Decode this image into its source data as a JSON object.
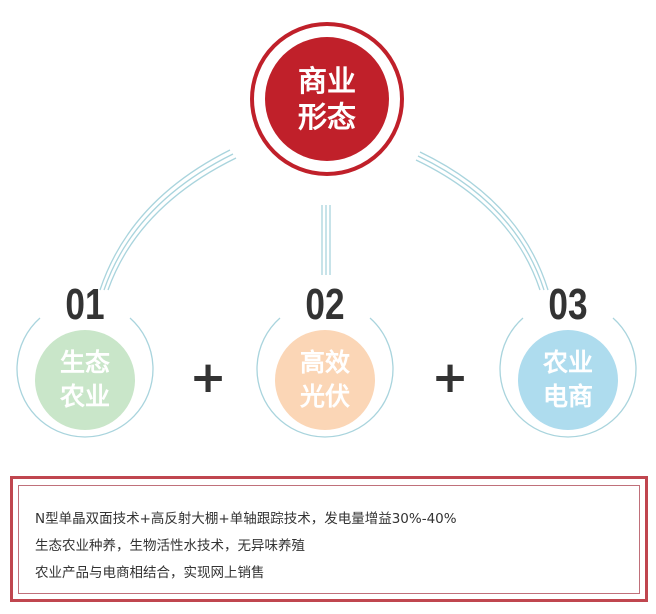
{
  "center": {
    "line1": "商业",
    "line2": "形态",
    "color": "#c0202a"
  },
  "nodes": [
    {
      "number": "01",
      "line1": "生态",
      "line2": "农业",
      "color": "#c9e6c9"
    },
    {
      "number": "02",
      "line1": "高效",
      "line2": "光伏",
      "color": "#fbd6b6"
    },
    {
      "number": "03",
      "line1": "农业",
      "line2": "电商",
      "color": "#aedcee"
    }
  ],
  "plus": [
    "+",
    "+"
  ],
  "description": [
    " N型单晶双面技术+高反射大棚+单轴跟踪技术，发电量增益30%-40%",
    "生态农业种养，生物活性水技术，无异味养殖",
    "农业产品与电商相结合，实现网上销售"
  ]
}
